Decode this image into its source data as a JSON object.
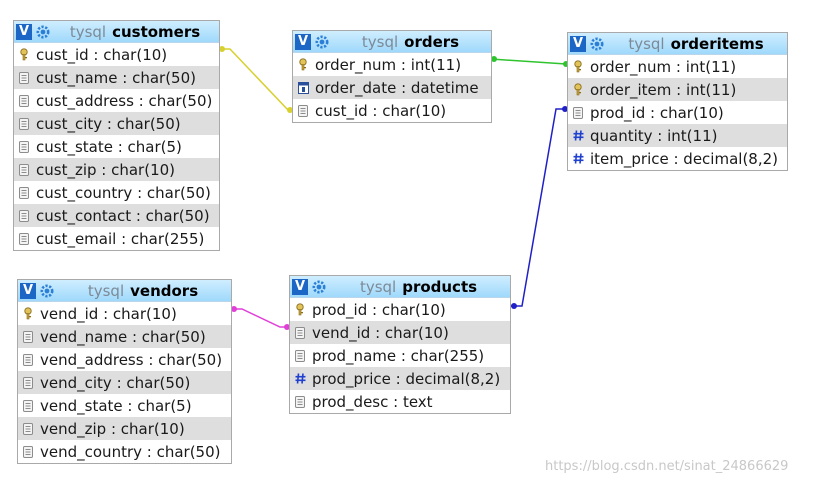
{
  "watermark": "https://blog.csdn.net/sinat_24866629",
  "database": "tysql",
  "tables": [
    {
      "name": "customers",
      "columns": [
        {
          "label": "cust_id : char(10)",
          "icon": "key-icon"
        },
        {
          "label": "cust_name : char(50)",
          "icon": "field-icon"
        },
        {
          "label": "cust_address : char(50)",
          "icon": "field-icon"
        },
        {
          "label": "cust_city : char(50)",
          "icon": "field-icon"
        },
        {
          "label": "cust_state : char(5)",
          "icon": "field-icon"
        },
        {
          "label": "cust_zip : char(10)",
          "icon": "field-icon"
        },
        {
          "label": "cust_country : char(50)",
          "icon": "field-icon"
        },
        {
          "label": "cust_contact : char(50)",
          "icon": "field-icon"
        },
        {
          "label": "cust_email : char(255)",
          "icon": "field-icon"
        }
      ]
    },
    {
      "name": "orders",
      "columns": [
        {
          "label": "order_num : int(11)",
          "icon": "key-icon"
        },
        {
          "label": "order_date : datetime",
          "icon": "date-icon"
        },
        {
          "label": "cust_id : char(10)",
          "icon": "field-icon"
        }
      ]
    },
    {
      "name": "orderitems",
      "columns": [
        {
          "label": "order_num : int(11)",
          "icon": "key-icon"
        },
        {
          "label": "order_item : int(11)",
          "icon": "key-icon"
        },
        {
          "label": "prod_id : char(10)",
          "icon": "field-icon"
        },
        {
          "label": "quantity : int(11)",
          "icon": "number-icon"
        },
        {
          "label": "item_price : decimal(8,2)",
          "icon": "number-icon"
        }
      ]
    },
    {
      "name": "vendors",
      "columns": [
        {
          "label": "vend_id : char(10)",
          "icon": "key-icon"
        },
        {
          "label": "vend_name : char(50)",
          "icon": "field-icon"
        },
        {
          "label": "vend_address : char(50)",
          "icon": "field-icon"
        },
        {
          "label": "vend_city : char(50)",
          "icon": "field-icon"
        },
        {
          "label": "vend_state : char(5)",
          "icon": "field-icon"
        },
        {
          "label": "vend_zip : char(10)",
          "icon": "field-icon"
        },
        {
          "label": "vend_country : char(50)",
          "icon": "field-icon"
        }
      ]
    },
    {
      "name": "products",
      "columns": [
        {
          "label": "prod_id : char(10)",
          "icon": "key-icon"
        },
        {
          "label": "vend_id : char(10)",
          "icon": "field-icon"
        },
        {
          "label": "prod_name : char(255)",
          "icon": "field-icon"
        },
        {
          "label": "prod_price : decimal(8,2)",
          "icon": "number-icon"
        },
        {
          "label": "prod_desc : text",
          "icon": "field-icon"
        }
      ]
    }
  ],
  "relations": [
    {
      "from": "customers.cust_id",
      "to": "orders.cust_id",
      "color": "#d8d02e"
    },
    {
      "from": "orders.order_num",
      "to": "orderitems.order_num",
      "color": "#2ec42e"
    },
    {
      "from": "products.prod_id",
      "to": "orderitems.prod_id",
      "color": "#2020c8"
    },
    {
      "from": "vendors.vend_id",
      "to": "products.vend_id",
      "color": "#e040d8"
    }
  ]
}
